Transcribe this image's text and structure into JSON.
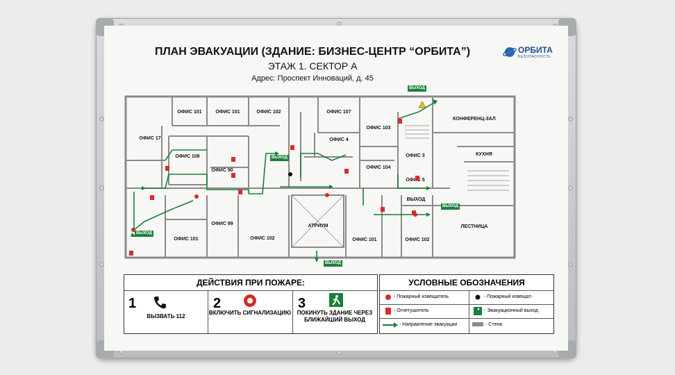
{
  "header": {
    "title": "ПЛАН ЭВАКУАЦИИ (ЗДАНИЕ: БИЗНЕС-ЦЕНТР “ОРБИТА”)",
    "floor": "ЭТАЖ 1. СЕКТОР А",
    "address": "Адрес: Проспект Инноваций, д. 45"
  },
  "logo": {
    "name": "ОРБИТА",
    "sub": "БЕЗОПАСНОСТЬ"
  },
  "rooms": {
    "r1": "ОФИС 101",
    "r2": "ОФИС 101",
    "r3": "ОФИС 102",
    "r4": "ОФИС 107",
    "r5": "ОФИС 17",
    "r6": "ОФИС 108",
    "r7": "ОФИС 90",
    "r8": "ОФИС 4",
    "r9": "ОФИС 103",
    "r10": "ОФИС 104",
    "r11": "ОФИС 3",
    "r12": "ОФИС 5",
    "r13": "КОНФЕРЕНЦ-ЗАЛ",
    "r14": "КУХНЯ",
    "r15": "ЛЕСТНИЦА",
    "r16": "ВЫХОД",
    "r17": "ОФИС 99",
    "r18": "ОФИС 101",
    "r19": "ОФИС 102",
    "r20": "АТРИУМ",
    "r21": "ОФИС 101",
    "r22": "ОФИС 102"
  },
  "exits": {
    "top": "ВЫХОД",
    "center": "ВЫХОД",
    "left": "ВЫХОД",
    "right": "ВЫХОД",
    "bottom": "ВЫХОД"
  },
  "actions": {
    "heading": "ДЕЙСТВИЯ ПРИ ПОЖАРЕ:",
    "steps": [
      {
        "num": "1",
        "text": "ВЫЗВАТЬ 112"
      },
      {
        "num": "2",
        "text": "ВКЛЮЧИТЬ СИГНАЛИЗАЦИЮ"
      },
      {
        "num": "3",
        "text": "ПОКИНУТЬ ЗДАНИЕ ЧЕРЕЗ БЛИЖАЙШИЙ ВЫХОД"
      }
    ]
  },
  "legend": {
    "heading": "УСЛОВНЫЕ ОБОЗНАЧЕНИЯ",
    "items": [
      {
        "text": "- Пожарный извещатель"
      },
      {
        "text": "- Пожарный извещат-"
      },
      {
        "text": "- Огнетушитель"
      },
      {
        "text": "- Эвакуационный выход"
      },
      {
        "text": "- Направление эвакуации"
      },
      {
        "text": "- Стена"
      }
    ]
  },
  "colors": {
    "wall": "#8a8a8a",
    "route": "#1a7f3c",
    "fire": "#d62c2c",
    "brand": "#1d4f8f"
  },
  "icons": [
    "phone-icon",
    "alarm-bell-icon",
    "exit-running-man-icon",
    "fire-alarm-icon",
    "extinguisher-icon",
    "smoke-detector-icon",
    "warning-icon"
  ]
}
